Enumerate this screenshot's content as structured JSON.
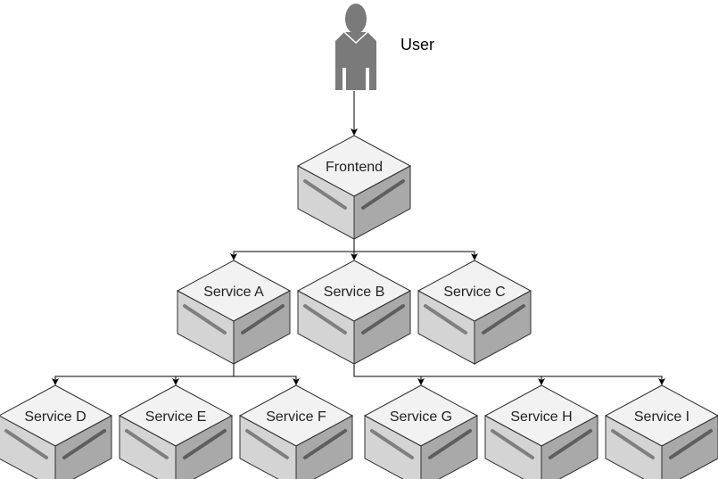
{
  "user": {
    "label": "User",
    "icon": "user-icon"
  },
  "nodes": [
    {
      "id": "frontend",
      "label": "Frontend",
      "icon": "server-icon"
    },
    {
      "id": "service-a",
      "label": "Service A",
      "icon": "server-icon"
    },
    {
      "id": "service-b",
      "label": "Service B",
      "icon": "server-icon"
    },
    {
      "id": "service-c",
      "label": "Service C",
      "icon": "server-icon"
    },
    {
      "id": "service-d",
      "label": "Service D",
      "icon": "server-icon"
    },
    {
      "id": "service-e",
      "label": "Service E",
      "icon": "server-icon"
    },
    {
      "id": "service-f",
      "label": "Service F",
      "icon": "server-icon"
    },
    {
      "id": "service-g",
      "label": "Service G",
      "icon": "server-icon"
    },
    {
      "id": "service-h",
      "label": "Service H",
      "icon": "server-icon"
    },
    {
      "id": "service-i",
      "label": "Service I",
      "icon": "server-icon"
    }
  ],
  "edges": [
    {
      "from": "user",
      "to": "frontend"
    },
    {
      "from": "frontend",
      "to": "service-a"
    },
    {
      "from": "frontend",
      "to": "service-b"
    },
    {
      "from": "frontend",
      "to": "service-c"
    },
    {
      "from": "service-a",
      "to": "service-d"
    },
    {
      "from": "service-a",
      "to": "service-e"
    },
    {
      "from": "service-a",
      "to": "service-f"
    },
    {
      "from": "service-b",
      "to": "service-g"
    },
    {
      "from": "service-b",
      "to": "service-h"
    },
    {
      "from": "service-b",
      "to": "service-i"
    }
  ],
  "colors": {
    "box_top": "#f2f2f2",
    "box_left": "#d4d4d4",
    "box_right": "#a9a9a9",
    "box_stroke": "#303030",
    "box_slot": "#7f7f7f",
    "user_icon": "#7a7a7a",
    "connector": "#000000"
  }
}
